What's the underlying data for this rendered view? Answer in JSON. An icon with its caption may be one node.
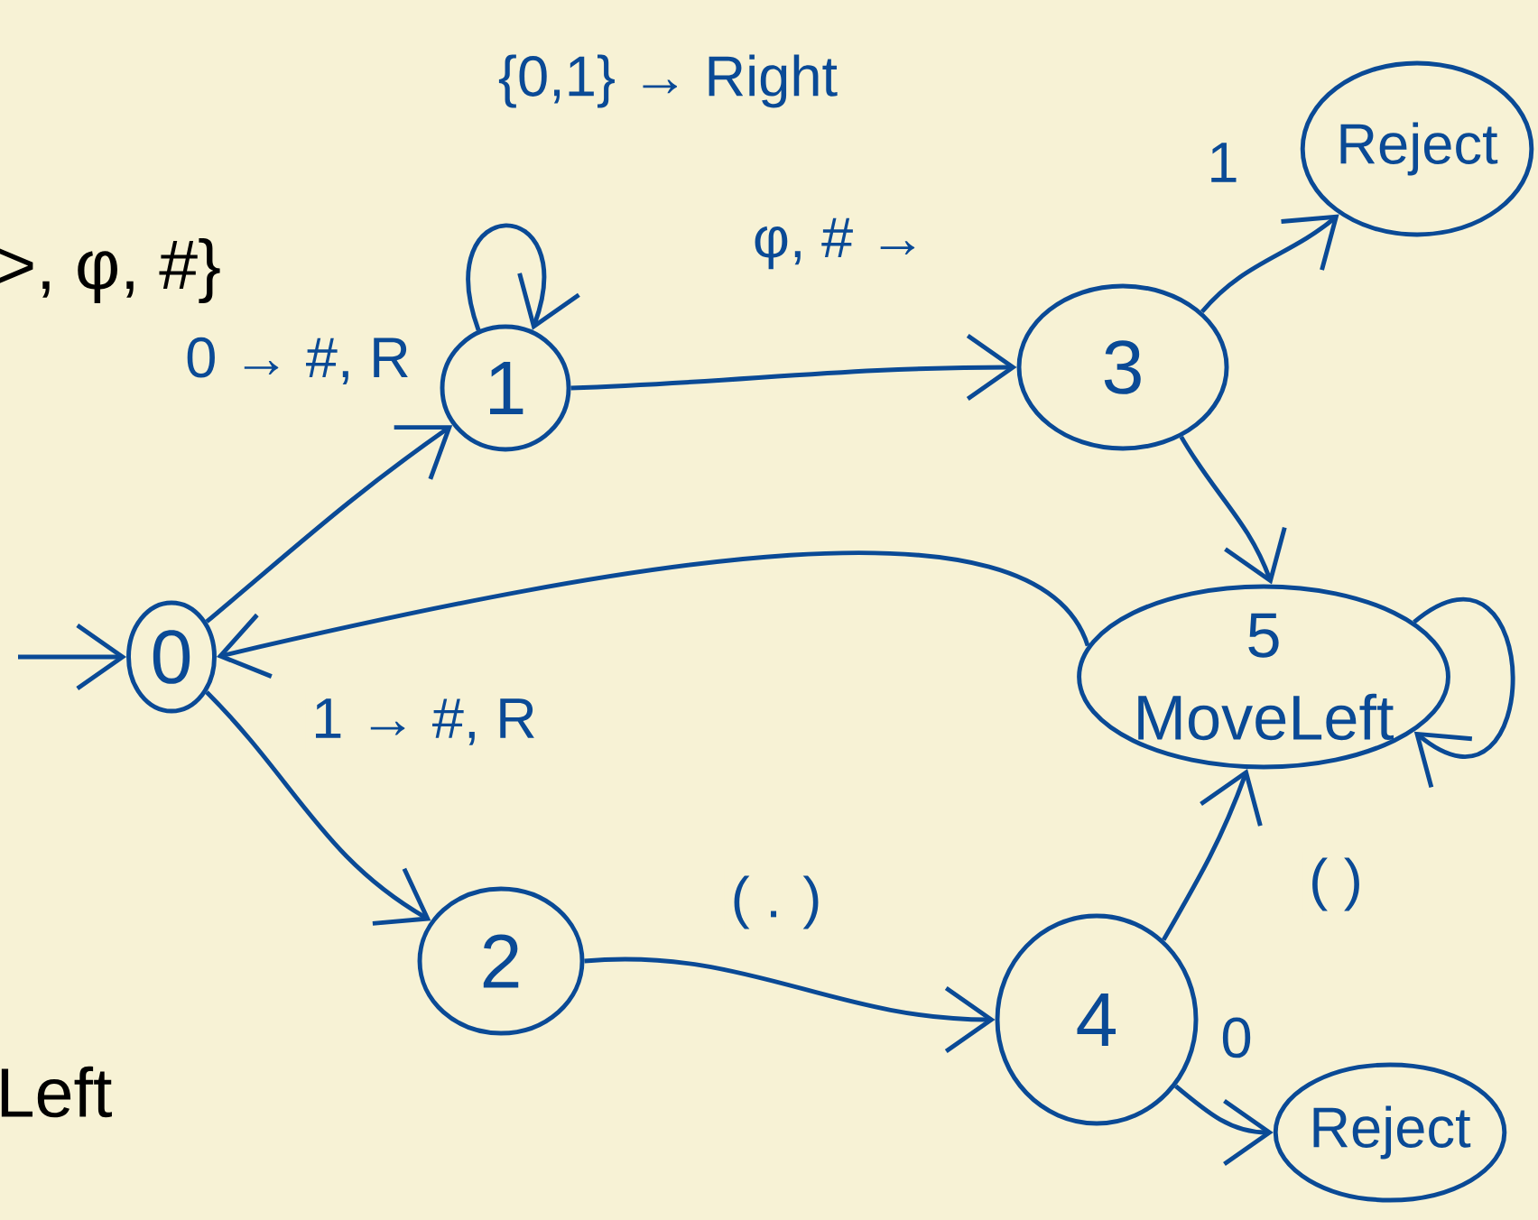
{
  "diagram": {
    "nodes": [
      {
        "text": [
          "0"
        ]
      },
      {
        "text": [
          "1"
        ]
      },
      {
        "text": [
          "2"
        ]
      },
      {
        "text": [
          "3"
        ]
      },
      {
        "text": [
          "4"
        ]
      },
      {
        "text": [
          "5",
          "MoveLeft"
        ]
      },
      {
        "text": [
          "Reject"
        ]
      },
      {
        "text": [
          "Reject"
        ]
      }
    ],
    "edges": [
      {
        "from": null,
        "to": 0,
        "arrow": "to"
      },
      {
        "from": 0,
        "to": 1,
        "arrow": "to",
        "label": "0 → #, R"
      },
      {
        "from": 0,
        "to": 2,
        "arrow": "to",
        "label": "1 → #, R"
      },
      {
        "from": 1,
        "to": 1,
        "arrow": "to",
        "label": "{0,1} → Right"
      },
      {
        "from": 1,
        "to": 3,
        "arrow": "to",
        "label": "φ, # →"
      },
      {
        "from": 2,
        "to": 4,
        "arrow": "to",
        "label": "( . )"
      },
      {
        "from": 3,
        "to": 6,
        "arrow": "to",
        "label": "1"
      },
      {
        "from": 3,
        "to": 5,
        "arrow": "to"
      },
      {
        "from": 5,
        "to": 0,
        "arrow": "to"
      },
      {
        "from": 5,
        "to": 5,
        "arrow": "to"
      },
      {
        "from": 4,
        "to": 5,
        "arrow": "to",
        "label": "( )"
      },
      {
        "from": 4,
        "to": 7,
        "arrow": "to",
        "label": "0"
      }
    ],
    "labels": [
      ">, φ, #}",
      "Left"
    ]
  }
}
